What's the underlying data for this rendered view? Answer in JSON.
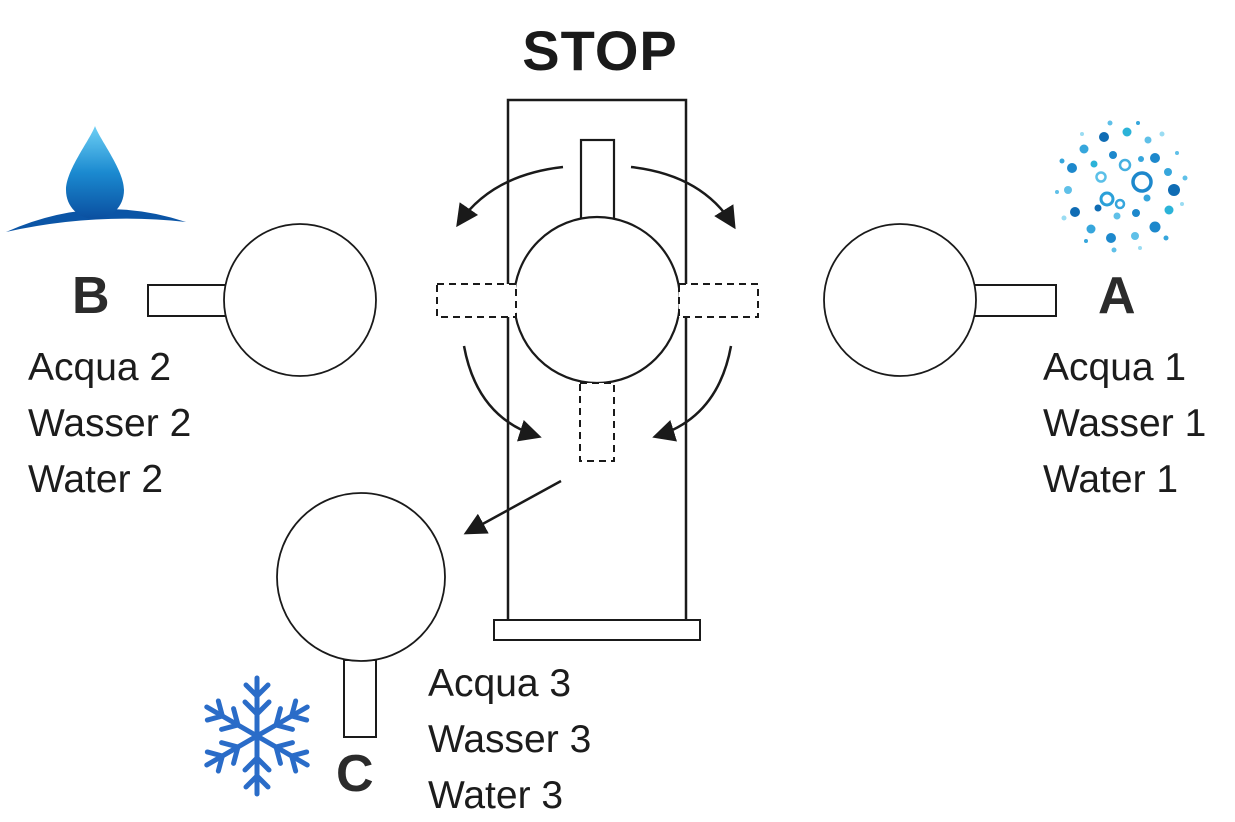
{
  "title": "STOP",
  "positions": {
    "a": {
      "letter": "A",
      "lines": [
        "Acqua 1",
        "Wasser 1",
        "Water 1"
      ],
      "icon": "sparkling-bubbles-icon"
    },
    "b": {
      "letter": "B",
      "lines": [
        "Acqua 2",
        "Wasser 2",
        "Water 2"
      ],
      "icon": "water-drop-icon"
    },
    "c": {
      "letter": "C",
      "lines": [
        "Acqua 3",
        "Wasser 3",
        "Water 3"
      ],
      "icon": "snowflake-icon"
    }
  },
  "colors": {
    "line": "#1a1a1a",
    "text": "#1c1c1c",
    "drop_blue_light": "#5fc0ee",
    "drop_blue_dark": "#0b55a6",
    "snowflake_blue": "#2a6cc8",
    "bubble_blue": "#1d88cc"
  }
}
